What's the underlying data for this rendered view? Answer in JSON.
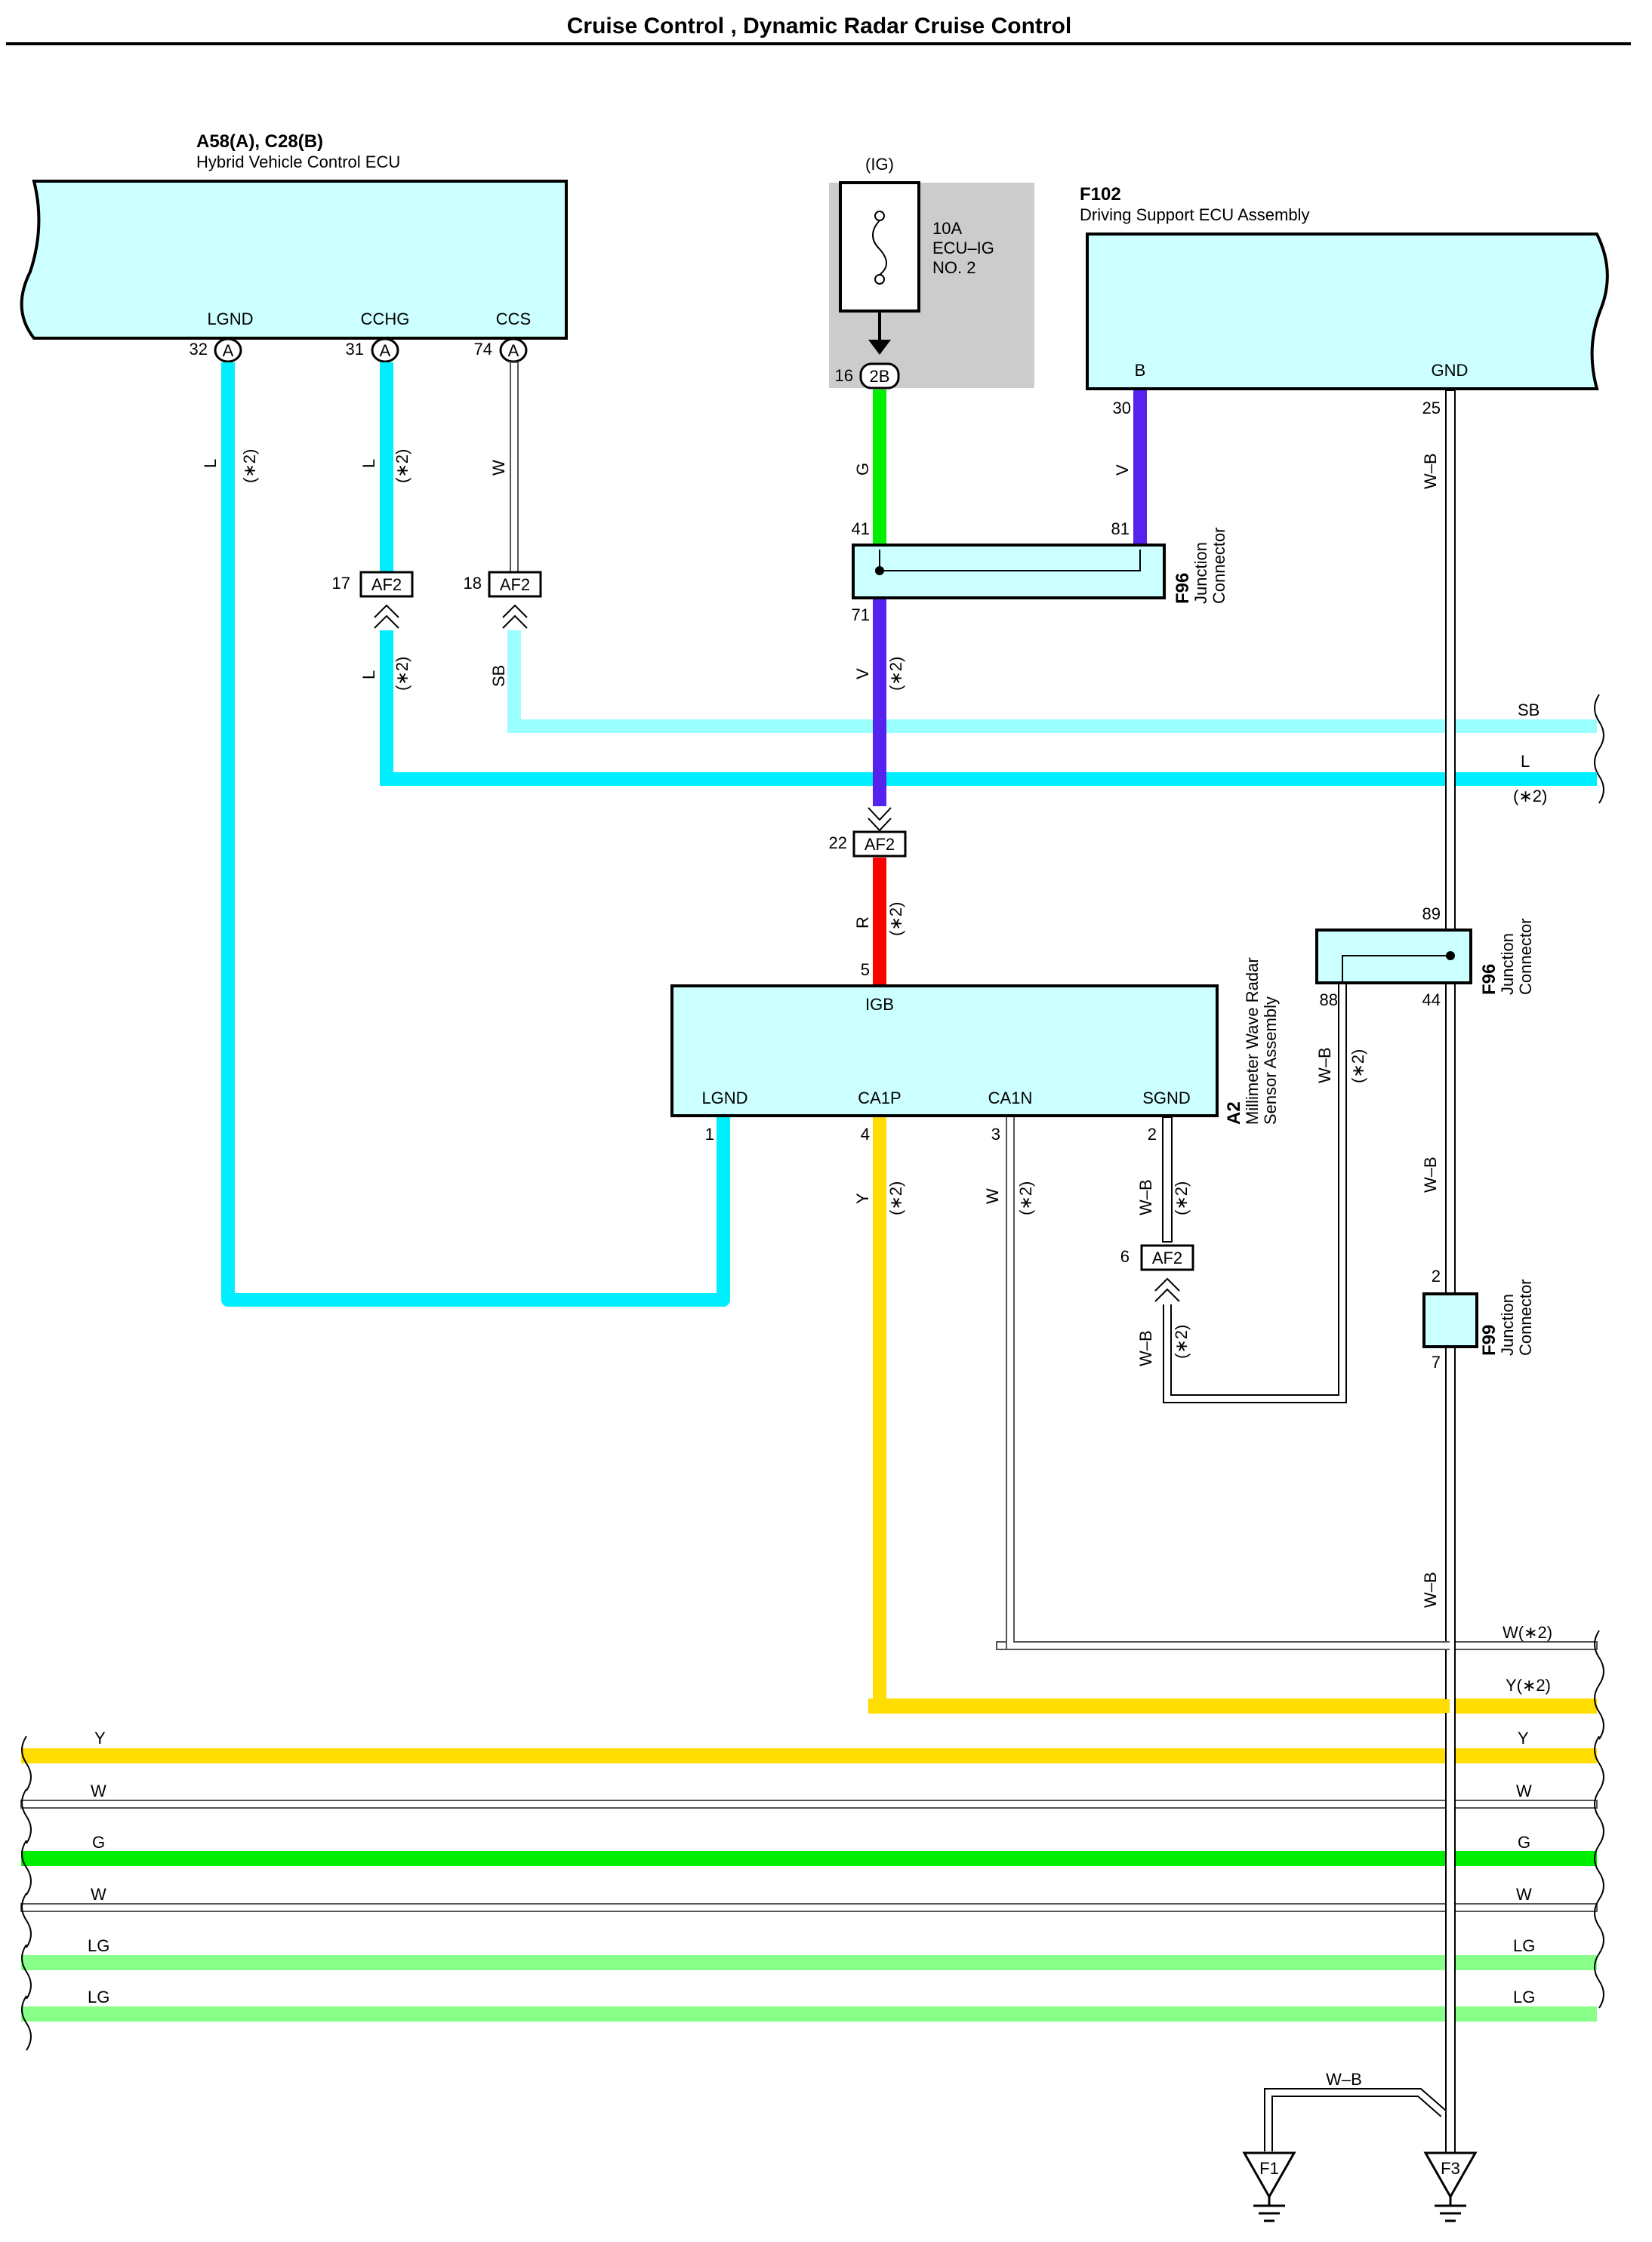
{
  "title": "Cruise Control , Dynamic Radar Cruise Control",
  "colors": {
    "L": "#00eeff",
    "SB": "#99ffff",
    "G": "#00ee00",
    "V": "#5522ee",
    "R": "#ff0000",
    "Y": "#ffdd00",
    "LG": "#88ff88",
    "W": "#ffffff",
    "WB": "#ffffff",
    "ecu_fill": "#ccffff",
    "fuse_bg": "#cccccc"
  },
  "components": {
    "hv_ecu": {
      "code": "A58(A), C28(B)",
      "name": "Hybrid Vehicle Control ECU",
      "pins": {
        "lgnd": "LGND",
        "cchg": "CCHG",
        "ccs": "CCS"
      },
      "pin_nums": {
        "lgnd": "32",
        "cchg": "31",
        "ccs": "74"
      },
      "pin_conn": "A"
    },
    "fuse": {
      "source": "(IG)",
      "rating": "10A",
      "name1": "ECU–IG",
      "name2": "NO. 2",
      "pin": "16",
      "conn": "2B"
    },
    "driving_support": {
      "code": "F102",
      "name": "Driving Support ECU Assembly",
      "pins": {
        "b": "B",
        "gnd": "GND"
      },
      "pin_nums": {
        "b": "30",
        "gnd": "25"
      }
    },
    "f96_top": {
      "code": "F96",
      "line1": "Junction",
      "line2": "Connector",
      "pin_a": "41",
      "pin_b": "81",
      "pin_c": "71"
    },
    "f96_mid": {
      "code": "F96",
      "line1": "Junction",
      "line2": "Connector",
      "pin_a": "89",
      "pin_b": "88",
      "pin_c": "44"
    },
    "f99": {
      "code": "F99",
      "line1": "Junction",
      "line2": "Connector",
      "pin_a": "2",
      "pin_b": "7"
    },
    "radar": {
      "code": "A2",
      "line1": "Millimeter Wave Radar",
      "line2": "Sensor Assembly",
      "pins": {
        "igb": "IGB",
        "lgnd": "LGND",
        "ca1p": "CA1P",
        "ca1n": "CA1N",
        "sgnd": "SGND"
      },
      "pin_nums": {
        "igb": "5",
        "lgnd": "1",
        "ca1p": "4",
        "ca1n": "3",
        "sgnd": "2"
      }
    },
    "af2": {
      "label": "AF2",
      "p17": "17",
      "p18": "18",
      "p22": "22",
      "p6": "6"
    },
    "grounds": {
      "f1": "F1",
      "f3": "F3"
    }
  },
  "wire_labels": {
    "L": "L",
    "G": "G",
    "V": "V",
    "W": "W",
    "SB": "SB",
    "R": "R",
    "Y": "Y",
    "WB": "W–B",
    "LG": "LG",
    "star2": "(∗2)",
    "W_star2": "W(∗2)",
    "Y_star2": "Y(∗2)"
  }
}
